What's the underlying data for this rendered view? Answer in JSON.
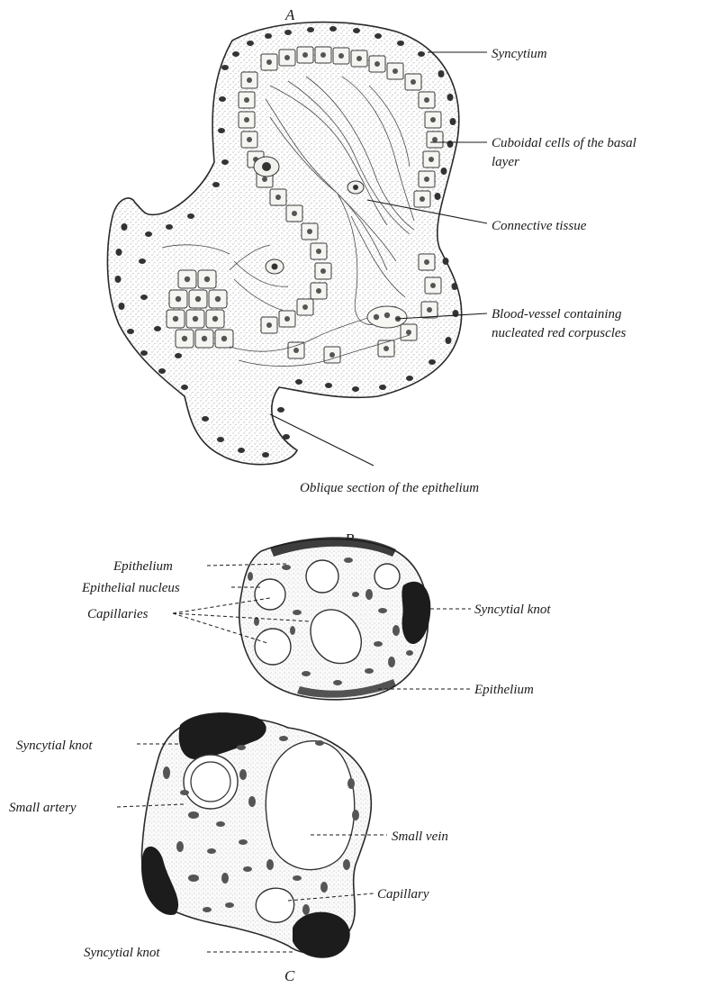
{
  "figure": {
    "panels": [
      {
        "id": "A",
        "letter": "A"
      },
      {
        "id": "B",
        "letter": "B"
      },
      {
        "id": "C",
        "letter": "C"
      }
    ],
    "labels_a": {
      "syncytium": "Syncytium",
      "cuboidal_line1": "Cuboidal cells of the basal",
      "cuboidal_line2": "layer",
      "connective": "Connective tissue",
      "blood_line1": "Blood-vessel containing",
      "blood_line2": "nucleated red corpuscles",
      "oblique": "Oblique section of the epithelium"
    },
    "labels_b": {
      "epithelium_top": "Epithelium",
      "epithelial_nucleus": "Epithelial nucleus",
      "capillaries": "Capillaries",
      "syncytial_knot": "Syncytial knot",
      "epithelium_bottom": "Epithelium"
    },
    "labels_c": {
      "syncytial_knot_top": "Syncytial knot",
      "small_artery": "Small artery",
      "small_vein": "Small vein",
      "capillary": "Capillary",
      "syncytial_knot_bottom": "Syncytial knot"
    }
  }
}
